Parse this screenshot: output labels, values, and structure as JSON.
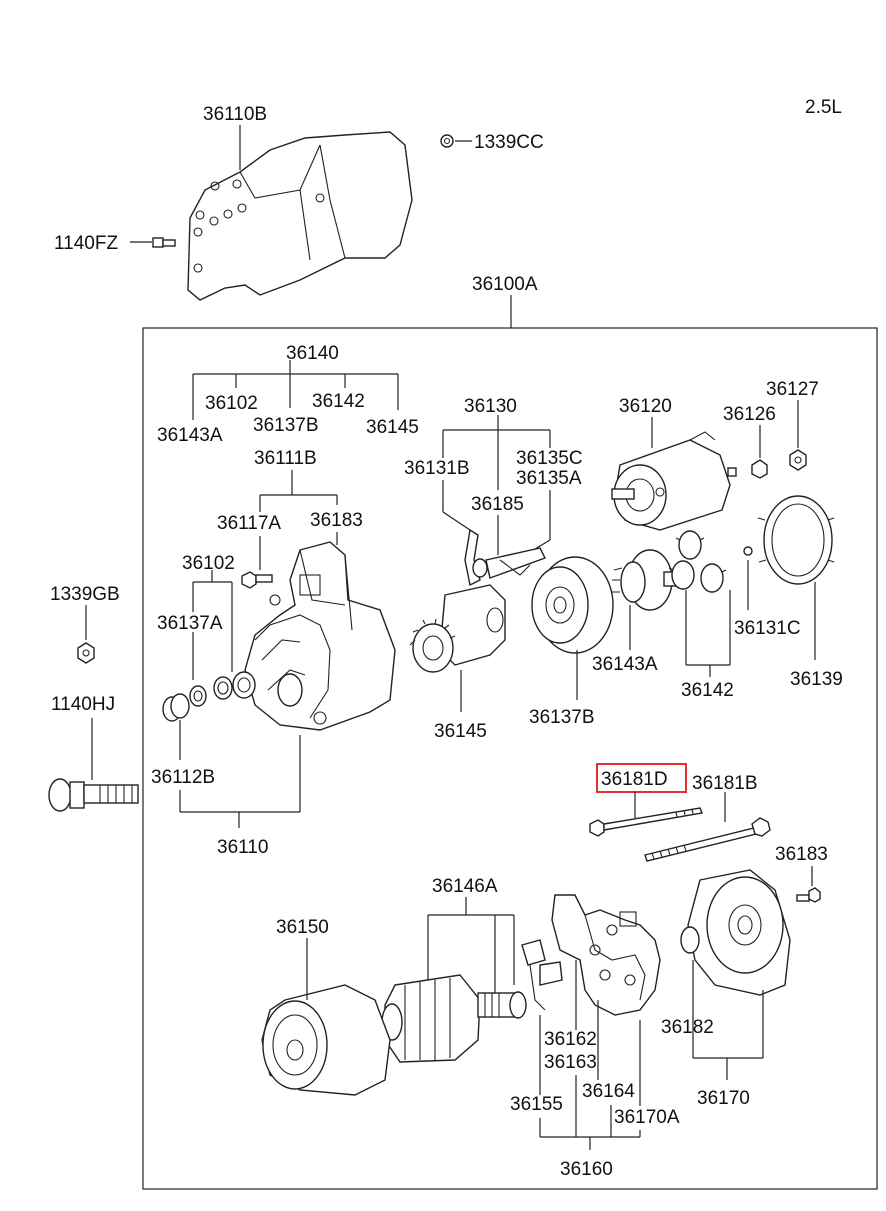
{
  "engine": "2.5L",
  "labels": {
    "p36110B": "36110B",
    "p1339CC": "1339CC",
    "p1140FZ": "1140FZ",
    "p36100A": "36100A",
    "p36140": "36140",
    "p36102a": "36102",
    "p36142a": "36142",
    "p36143Aa": "36143A",
    "p36137Ba": "36137B",
    "p36145a": "36145",
    "p36130": "36130",
    "p36131B": "36131B",
    "p36135C": "36135C",
    "p36135A": "36135A",
    "p36185": "36185",
    "p36120": "36120",
    "p36126": "36126",
    "p36127": "36127",
    "p36111B": "36111B",
    "p36117A": "36117A",
    "p36183a": "36183",
    "p36102b": "36102",
    "p36137A": "36137A",
    "p1339GB": "1339GB",
    "p1140HJ": "1140HJ",
    "p36112B": "36112B",
    "p36110": "36110",
    "p36145b": "36145",
    "p36137Bb": "36137B",
    "p36143Ab": "36143A",
    "p36142b": "36142",
    "p36131C": "36131C",
    "p36139": "36139",
    "p36181D": "36181D",
    "p36181B": "36181B",
    "p36183b": "36183",
    "p36146A": "36146A",
    "p36150": "36150",
    "p36162": "36162",
    "p36163": "36163",
    "p36164": "36164",
    "p36155": "36155",
    "p36170A": "36170A",
    "p36182": "36182",
    "p36170": "36170",
    "p36160": "36160"
  },
  "highlight_color": "#e03030"
}
